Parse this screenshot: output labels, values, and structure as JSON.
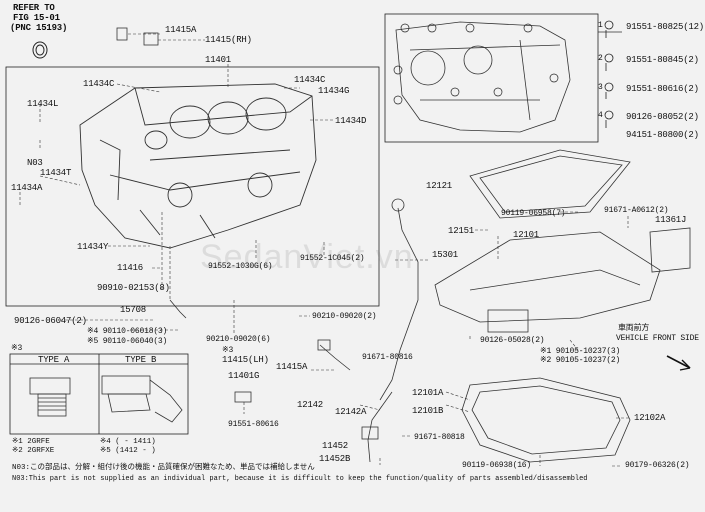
{
  "refer": {
    "line1": "REFER TO",
    "line2": "FIG 15-01",
    "line3": "(PNC 15193)"
  },
  "watermark": "SedanViet.vn",
  "labels": {
    "p11415A_top": "11415A",
    "p11415RH": "11415(RH)",
    "p11401": "11401",
    "p11434C_a": "11434C",
    "p11434C_b": "11434C",
    "p11434G": "11434G",
    "p11434L": "11434L",
    "p11434D": "11434D",
    "pN03": "N03",
    "p11434T": "11434T",
    "p11434A": "11434A",
    "p11434Y": "11434Y",
    "p11416": "11416",
    "p90910": "90910-02153(8)",
    "p15708": "15708",
    "p90126a": "90126-06047(2)",
    "p90110a": "※4 90110-06018(3)",
    "p90110b": "※5 90110-06040(3)",
    "p91552a": "91552-1030G(6)",
    "p91552b": "91552-1C045(2)",
    "p90210a": "90210-09020(6)",
    "p90210b": "90210-09020(2)",
    "p15301": "15301",
    "p11415LH_mark": "※3",
    "p11415LH": "11415(LH)",
    "p11415A": "11415A",
    "p91671a": "91671-80816",
    "p11401G": "11401G",
    "p91551": "91551-80616",
    "p12142": "12142",
    "p12142A": "12142A",
    "p12101A": "12101A",
    "p12101B": "12101B",
    "p91671b": "91671-80818",
    "p11452": "11452",
    "p11452B": "11452B",
    "p12121": "12121",
    "p90119a": "90119-06958(7)",
    "p91671c": "91671-A0612(2)",
    "p11361J": "11361J",
    "p12151": "12151",
    "p12101": "12101",
    "p90126b": "90126-05028(2)",
    "p90105a": "※1 90105-10237(3)",
    "p90105b": "※2 90105-10237(2)",
    "p12102A": "12102A",
    "p90119b": "90119-06938(16)",
    "p90179": "90179-06326(2)",
    "front_jp": "車両前方",
    "front_en": "VEHICLE FRONT SIDE"
  },
  "bolt_legend": [
    {
      "num": "1",
      "part": "91551-80825(12)"
    },
    {
      "num": "2",
      "part": "91551-80845(2)"
    },
    {
      "num": "3",
      "part": "91551-80616(2)"
    },
    {
      "num": "4",
      "part": "90126-08052(2)"
    },
    {
      "num": "",
      "part": "94151-80800(2)"
    }
  ],
  "type_box": {
    "mark": "※3",
    "type_a": "TYPE A",
    "type_b": "TYPE B"
  },
  "notes": {
    "n1": "※1 2GRFE",
    "n2": "※2 2GRFXE",
    "n4": "※4 (     - 1411)",
    "n5": "※5 (1412 -     )",
    "n03_jp": "N03:この部品は、分解・組付け後の機能・品質確保が困難なため、単品では補給しません",
    "n03_en": "N03:This part is not supplied as an individual part, because it is difficult to keep the function/quality of parts assembled/disassembled"
  }
}
